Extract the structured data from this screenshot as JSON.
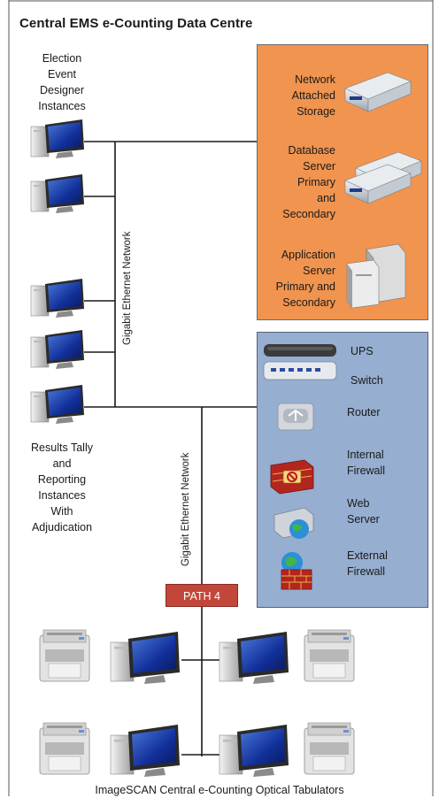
{
  "title": "Central EMS e-Counting Data Centre",
  "labels": {
    "designer": [
      "Election",
      "Event",
      "Designer",
      "Instances"
    ],
    "results": [
      "Results Tally",
      "and",
      "Reporting",
      "Instances",
      "With",
      "Adjudication"
    ],
    "network_upper": "Gigabit Ethernet Network",
    "network_lower": "Gigabit Ethernet Network",
    "path": "PATH 4",
    "footer": "ImageSCAN Central e-Counting Optical Tabulators"
  },
  "servers": {
    "nas": [
      "Network",
      "Attached",
      "Storage"
    ],
    "db": [
      "Database",
      "Server",
      "Primary",
      "and",
      "Secondary"
    ],
    "app": [
      "Application",
      "Server",
      "Primary and",
      "Secondary"
    ]
  },
  "network_devices": {
    "ups": "UPS",
    "switch": "Switch",
    "router": "Router",
    "internal_firewall": [
      "Internal",
      "Firewall"
    ],
    "web_server": [
      "Web",
      "Server"
    ],
    "external_firewall": [
      "External",
      "Firewall"
    ]
  },
  "colors": {
    "server_panel": "#f0944f",
    "network_panel": "#96aed0",
    "path_badge": "#c2473a"
  },
  "icons": {
    "workstation": "desktop-computer-icon",
    "storage": "server-drive-icon",
    "tower": "tower-server-icon",
    "switch": "network-switch-icon",
    "router": "router-icon",
    "firewall": "firewall-icon",
    "web": "web-server-icon",
    "scanner": "document-scanner-icon"
  }
}
